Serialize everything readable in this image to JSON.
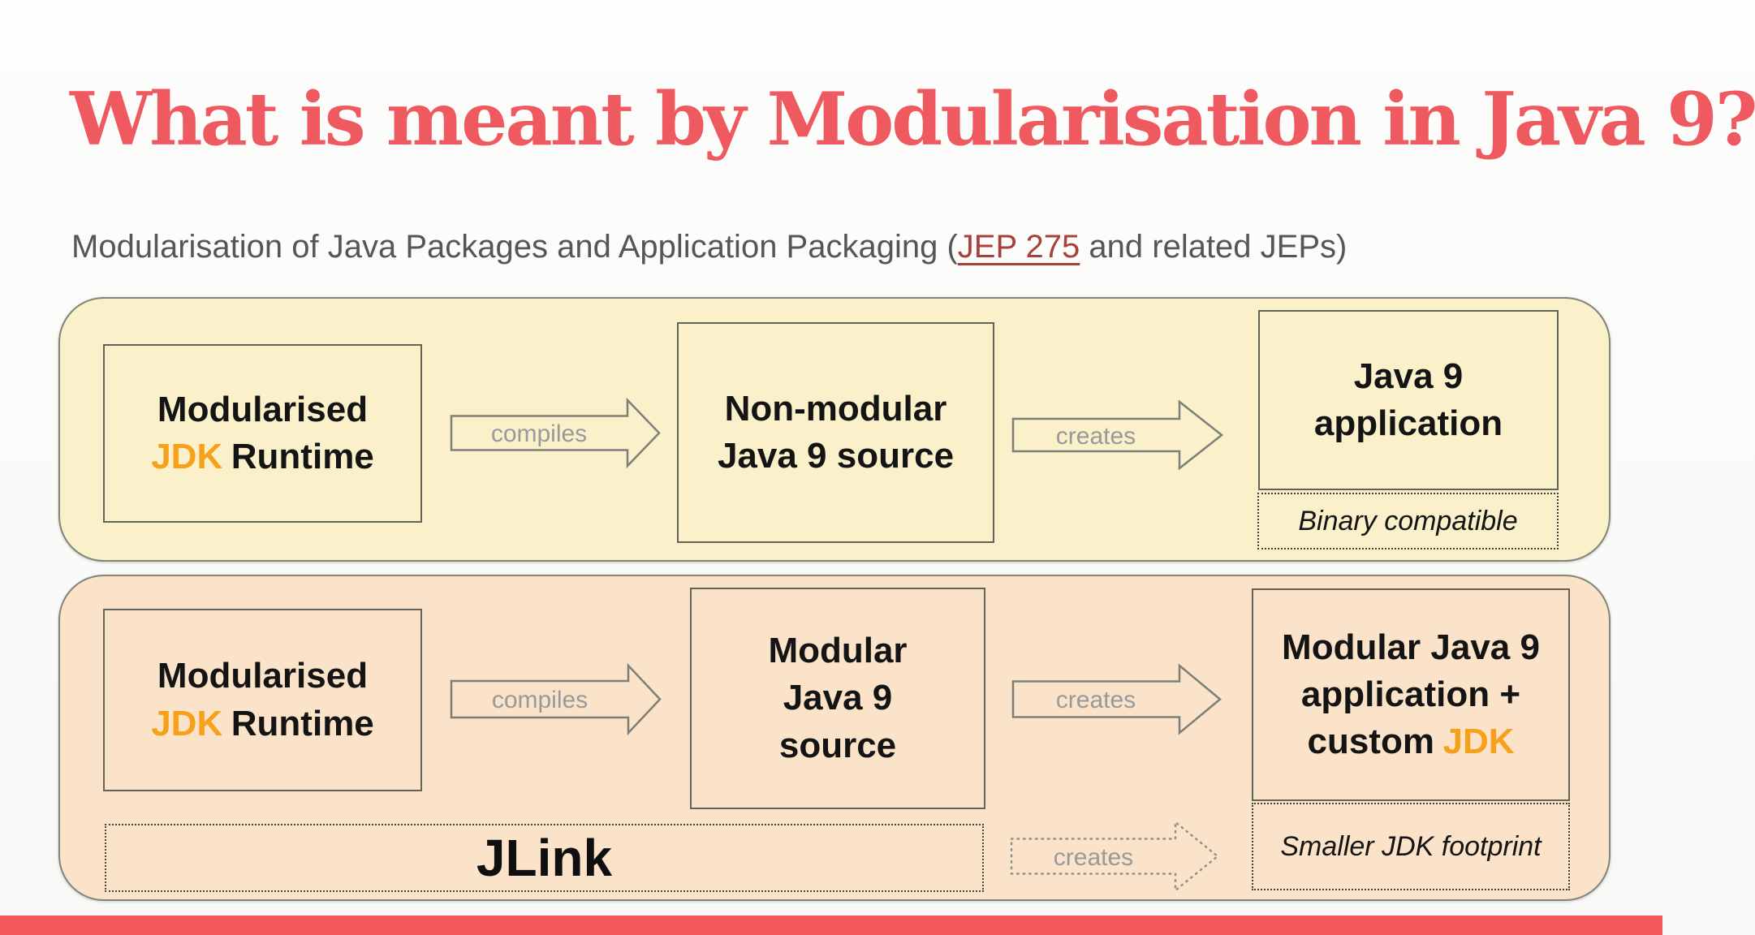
{
  "title": "What is meant by Modularisation in Java 9?",
  "subtitle": {
    "prefix": "Modularisation of Java Packages and Application Packaging (",
    "link": "JEP 275",
    "suffix": " and related JEPs)"
  },
  "colors": {
    "title_red": "#EF5960",
    "accent_bar_red": "#F4585C",
    "link_red": "#A8403C",
    "subtitle_gray": "#54565A",
    "panel1_fill": "#FAF0CA",
    "panel2_fill": "#FAE3C8",
    "jdk_orange": "#F7A01A",
    "arrow_gray": "#7C7F79",
    "box_text": "#141414"
  },
  "flow1": {
    "left_box": {
      "line1": "Modularised",
      "jdk": "JDK",
      "line2": "Runtime"
    },
    "compiles_label": "compiles",
    "mid_box": {
      "line1": "Non-modular",
      "line2": "Java 9 source"
    },
    "creates_label": "creates",
    "right_box": {
      "line1": "Java 9",
      "line2": "application"
    },
    "note": "Binary compatible"
  },
  "flow2": {
    "left_box": {
      "line1": "Modularised",
      "jdk": "JDK",
      "line2": "Runtime"
    },
    "compiles_label": "compiles",
    "mid_box": {
      "line1": "Modular",
      "line2": "Java 9",
      "line3": "source"
    },
    "creates_label": "creates",
    "right_box": {
      "line1": "Modular Java 9",
      "line2": "application +",
      "line3_custom": "custom",
      "line3_jdk": "JDK"
    },
    "note": "Smaller JDK footprint",
    "jlink_label": "JLink",
    "dotted_creates_label": "creates"
  }
}
